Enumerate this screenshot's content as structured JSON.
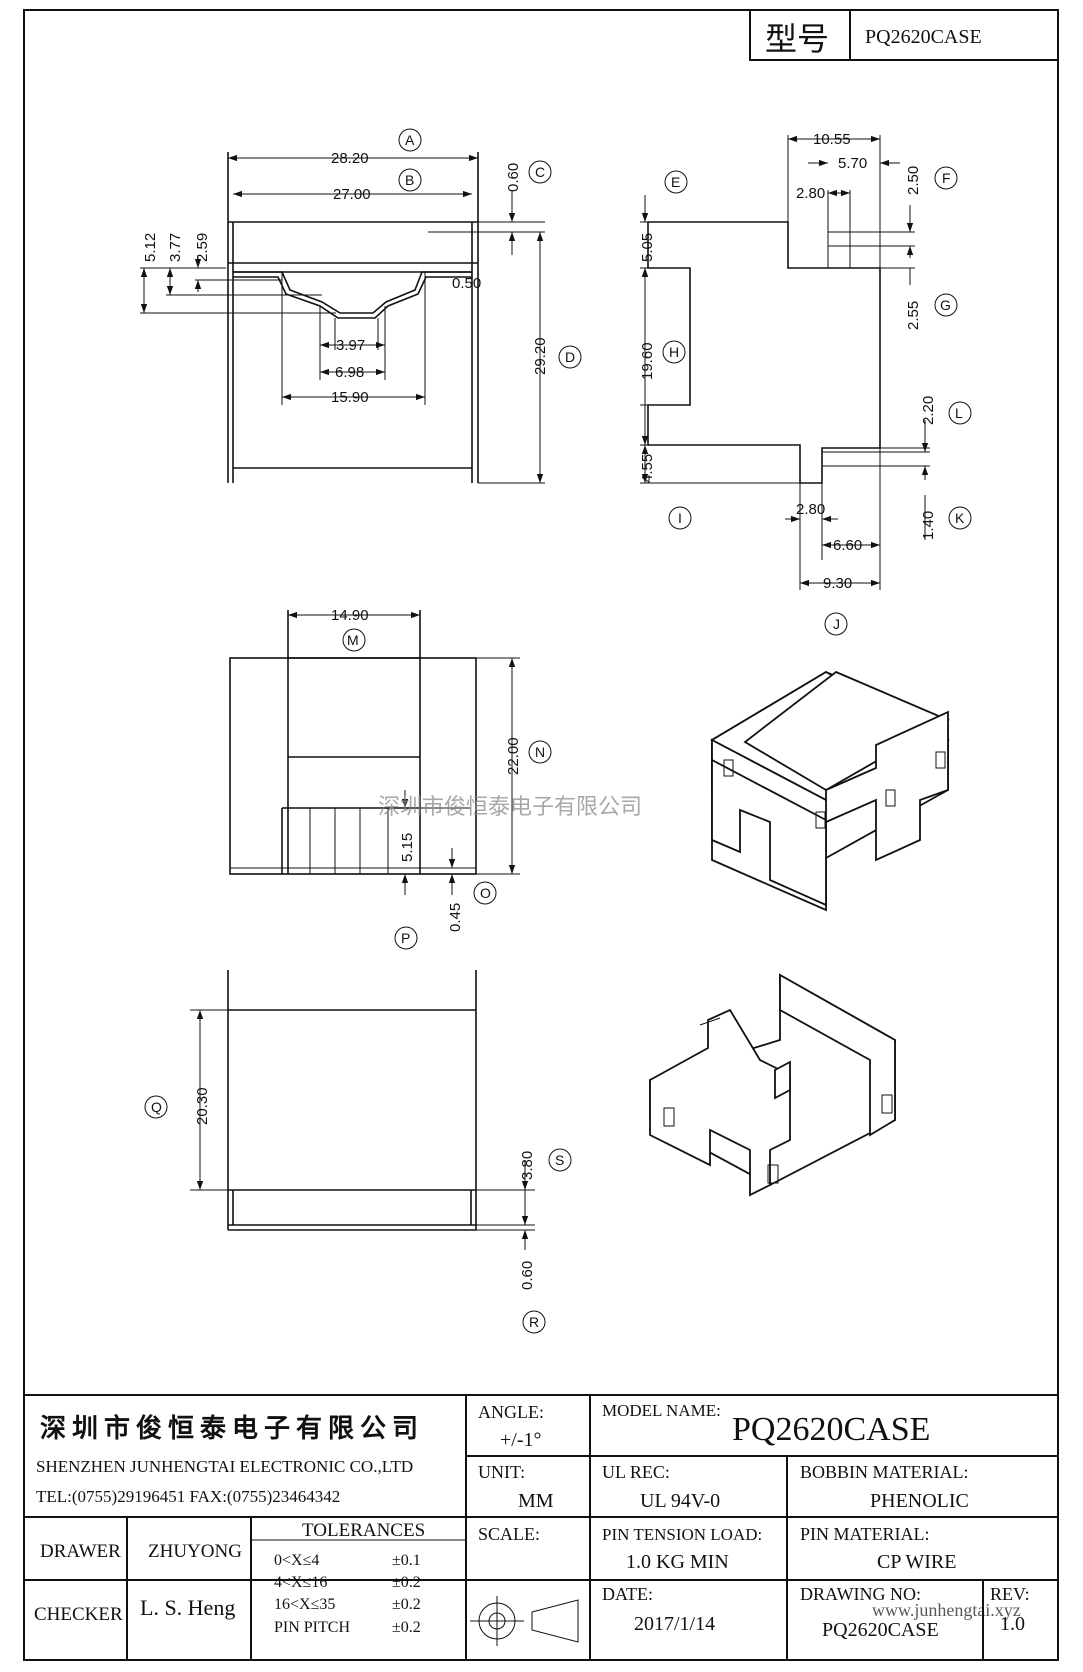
{
  "header": {
    "label": "型号",
    "model": "PQ2620CASE"
  },
  "view_a": {
    "circles": [
      "A",
      "B",
      "C",
      "D"
    ],
    "dims": [
      "28.20",
      "27.00",
      "0.60",
      "29.20",
      "5.12",
      "3.77",
      "2.59",
      "0.50",
      "3.97",
      "6.98",
      "15.90"
    ]
  },
  "view_b": {
    "circles": [
      "E",
      "F",
      "G",
      "H",
      "I",
      "J",
      "K",
      "L"
    ],
    "dims": [
      "10.55",
      "5.70",
      "2.80",
      "2.50",
      "5.05",
      "2.55",
      "19.60",
      "2.20",
      "4.55",
      "2.80",
      "1.40",
      "6.60",
      "9.30"
    ]
  },
  "view_c": {
    "circles": [
      "M",
      "N",
      "O",
      "P"
    ],
    "dims": [
      "14.90",
      "22.00",
      "5.15",
      "0.45"
    ]
  },
  "view_d": {
    "circles": [
      "Q",
      "R",
      "S"
    ],
    "dims": [
      "20.30",
      "3.80",
      "0.60"
    ]
  },
  "watermark": "深圳市俊恒泰电子有限公司",
  "title_block": {
    "company_cn": "深圳市俊恒泰电子有限公司",
    "company_en": "SHENZHEN JUNHENGTAI ELECTRONIC CO.,LTD",
    "tel_fax": "TEL:(0755)29196451 FAX:(0755)23464342",
    "angle_label": "ANGLE:",
    "angle_value": "+/-1°",
    "model_name_label": "MODEL NAME:",
    "model_name_value": "PQ2620CASE",
    "unit_label": "UNIT:",
    "unit_value": "MM",
    "ul_label": "UL REC:",
    "ul_value": "UL 94V-0",
    "bobbin_label": "BOBBIN MATERIAL:",
    "bobbin_value": "PHENOLIC",
    "drawer_label": "DRAWER",
    "drawer_value": "ZHUYONG",
    "tolerances_label": "TOLERANCES",
    "tolerances": [
      {
        "range": "0<X≤4",
        "value": "±0.1"
      },
      {
        "range": "4<X≤16",
        "value": "±0.2"
      },
      {
        "range": "16<X≤35",
        "value": "±0.2"
      },
      {
        "range": "PIN PITCH",
        "value": "±0.2"
      }
    ],
    "scale_label": "SCALE:",
    "pin_tension_label": "PIN TENSION LOAD:",
    "pin_tension_value": "1.0 KG MIN",
    "pin_material_label": "PIN MATERIAL:",
    "pin_material_value": "CP WIRE",
    "checker_label": "CHECKER",
    "checker_value": "L. S. Heng",
    "date_label": "DATE:",
    "date_value": "2017/1/14",
    "drawing_no_label": "DRAWING NO:",
    "drawing_no_value": "PQ2620CASE",
    "rev_label": "REV:",
    "rev_value": "1.0",
    "site": "www.junhengtai.xyz"
  }
}
